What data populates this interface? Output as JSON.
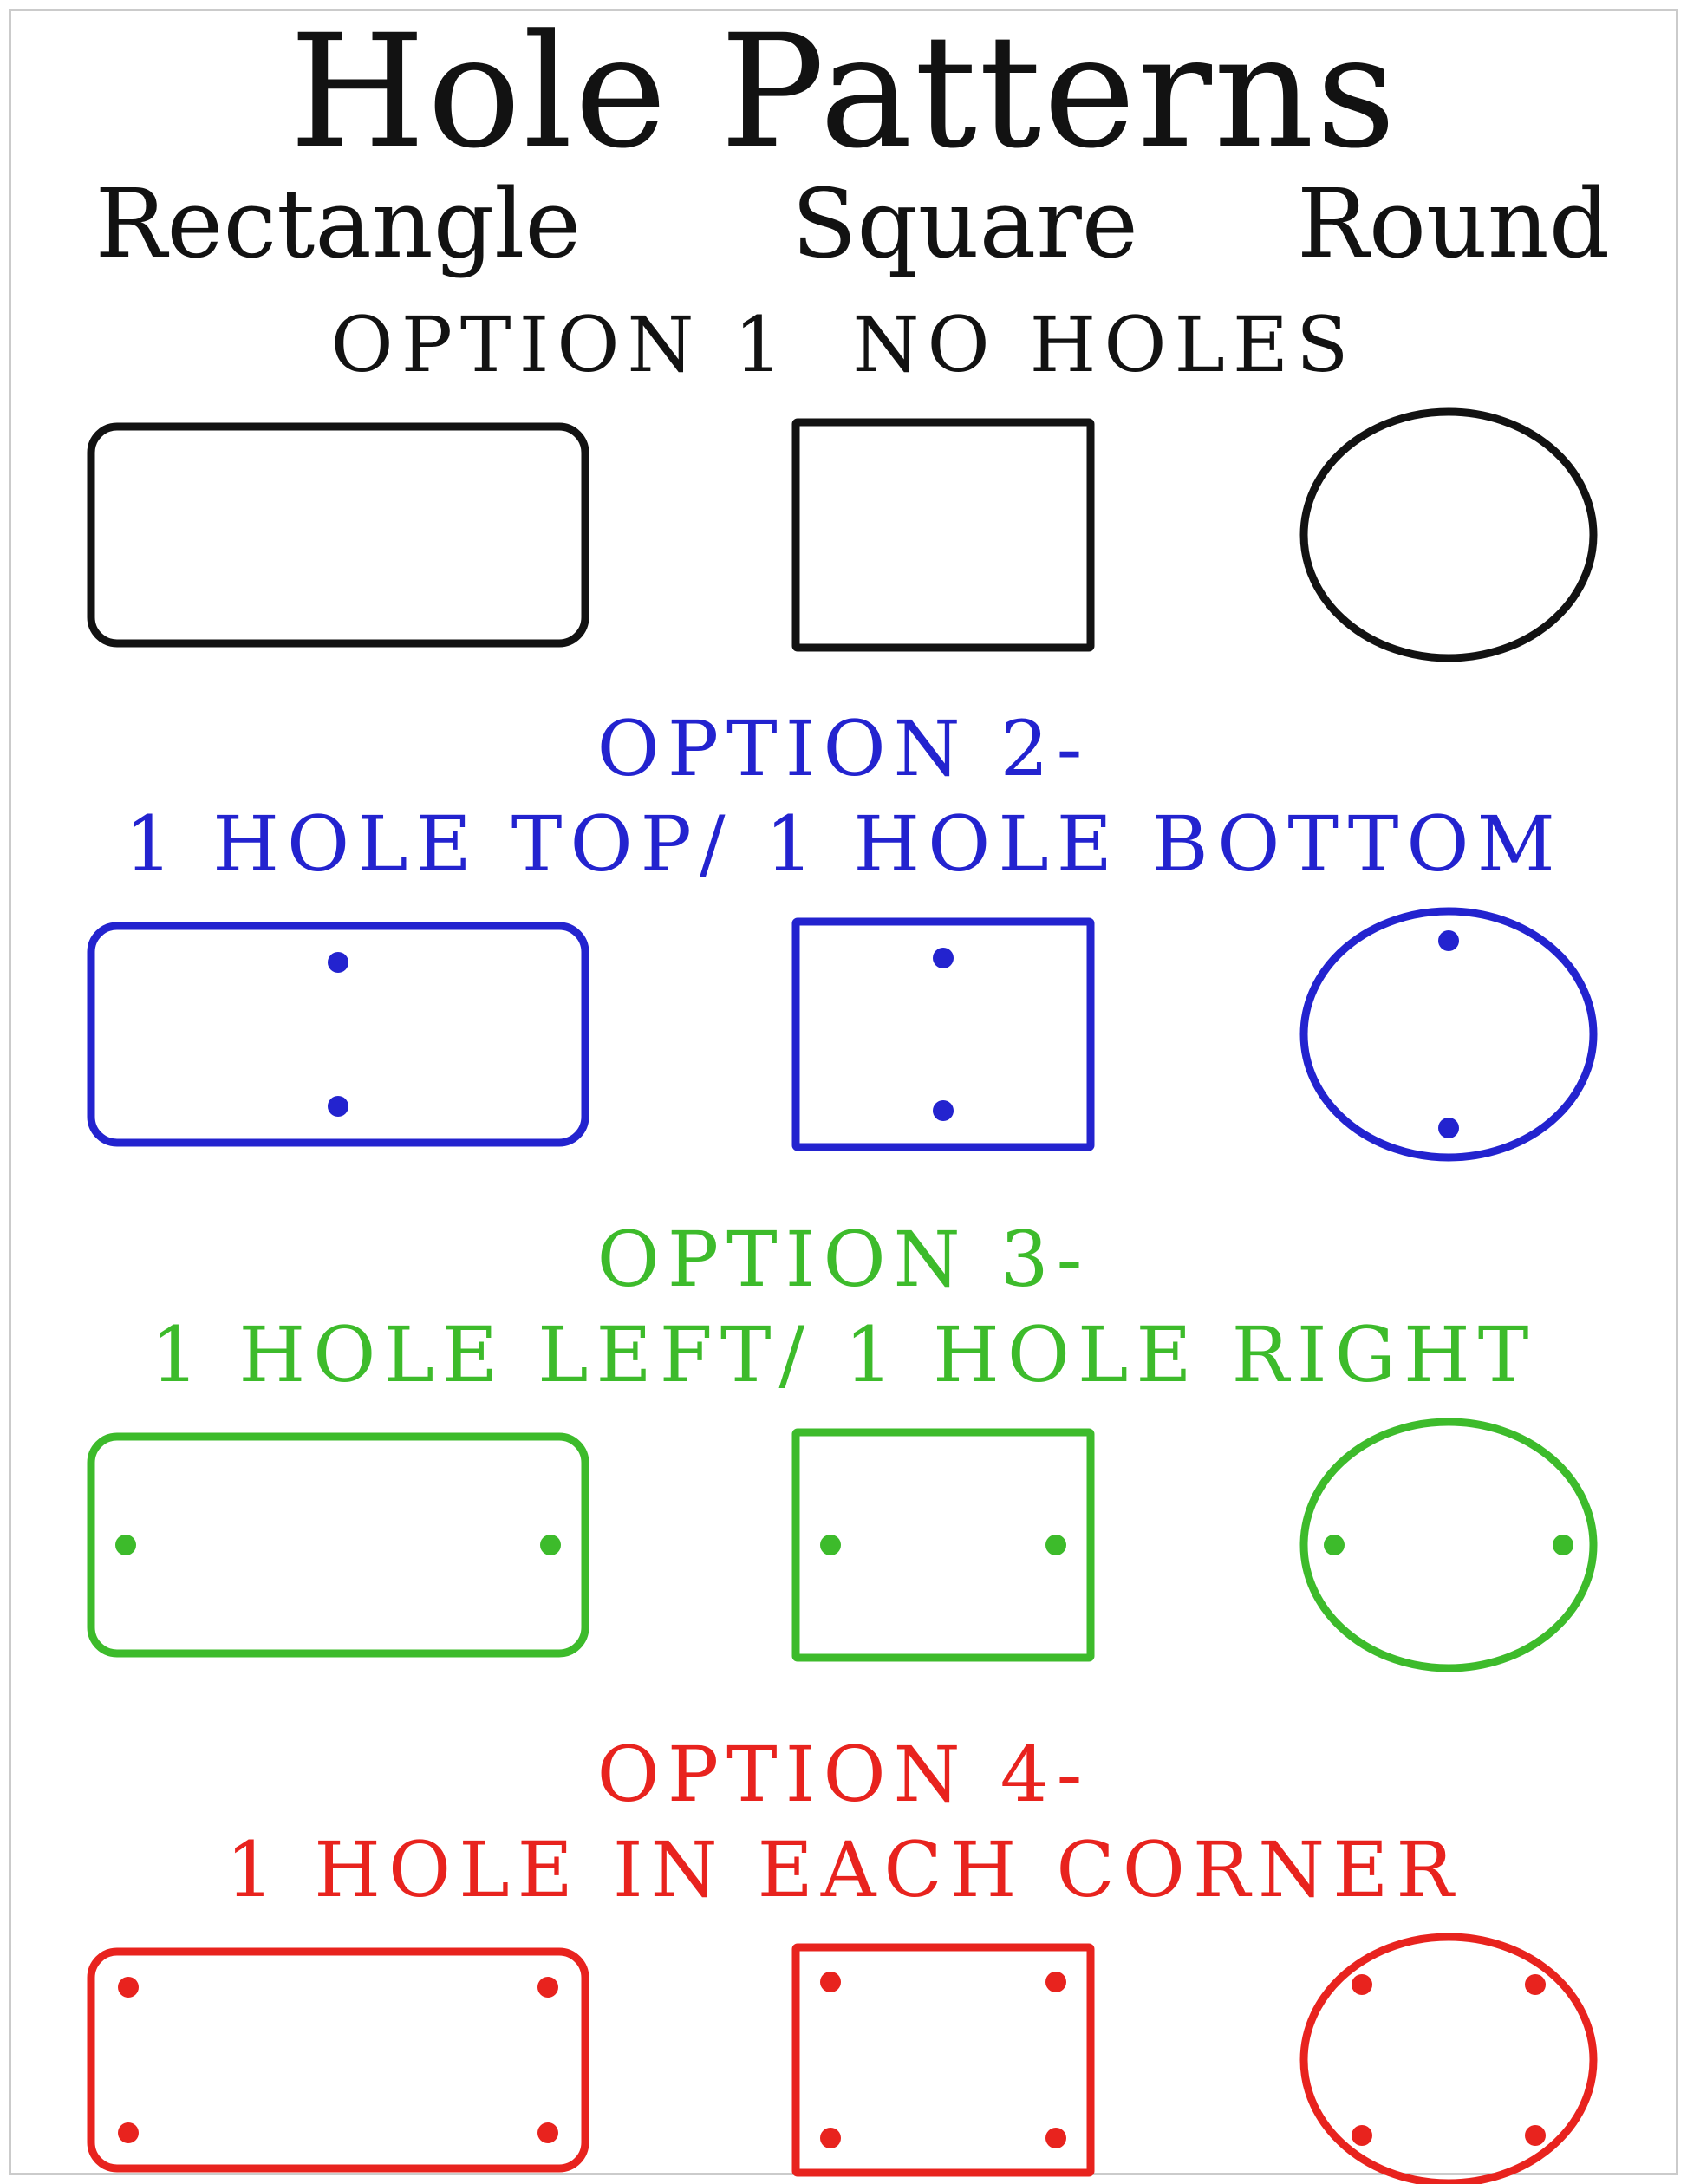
{
  "page": {
    "title": "Hole Patterns"
  },
  "columns": [
    {
      "label": "Rectangle"
    },
    {
      "label": "Square"
    },
    {
      "label": "Round"
    }
  ],
  "sections": [
    {
      "option": "OPTION 1",
      "subtitle": "NO HOLES",
      "color": "#121212",
      "hole_pattern": "none"
    },
    {
      "option": "OPTION 2-",
      "subtitle": "1 HOLE TOP/ 1 HOLE BOTTOM",
      "color": "#2323cf",
      "hole_pattern": "top-bottom"
    },
    {
      "option": "OPTION 3-",
      "subtitle": "1 HOLE LEFT/ 1 HOLE RIGHT",
      "color": "#3dbb2b",
      "hole_pattern": "left-right"
    },
    {
      "option": "OPTION 4-",
      "subtitle": "1 HOLE IN EACH CORNER",
      "color": "#e8231e",
      "hole_pattern": "one-each-corner"
    }
  ]
}
